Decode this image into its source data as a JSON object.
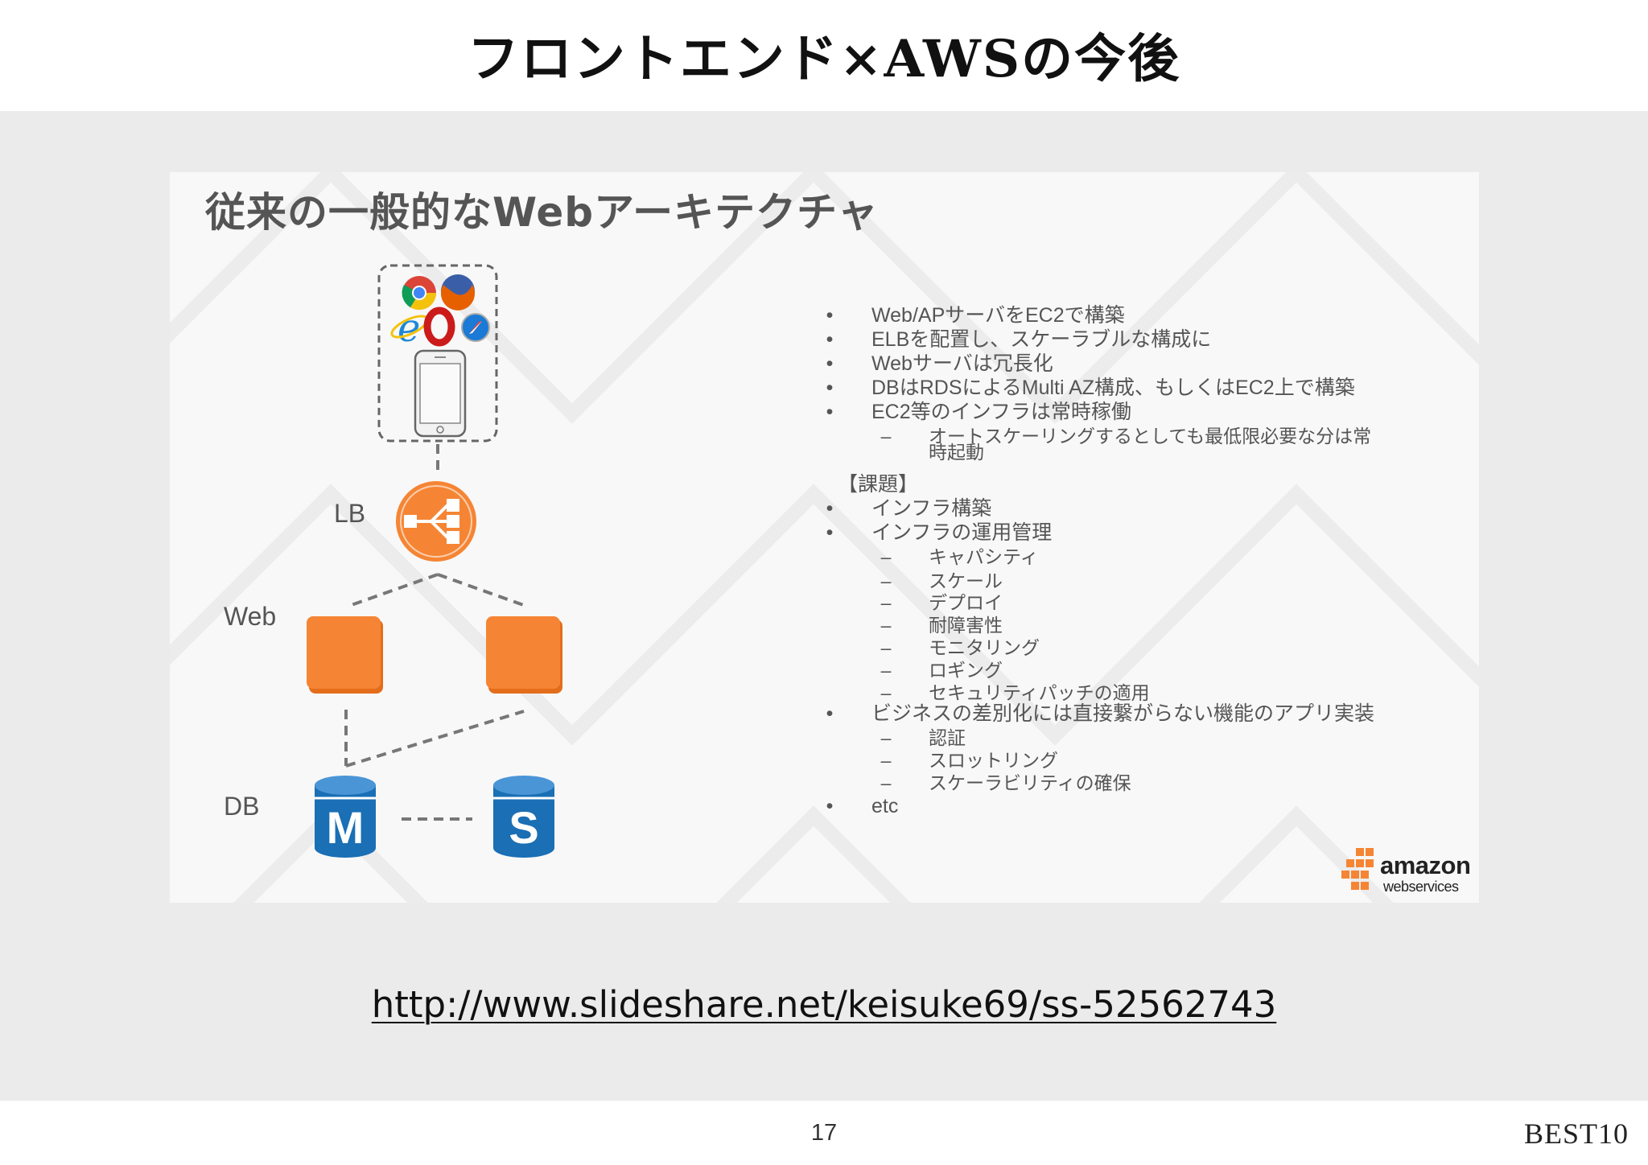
{
  "slide": {
    "title": "フロントエンド×AWSの今後",
    "url": "http://www.slideshare.net/keisuke69/ss-52562743",
    "page_number": "17",
    "brand": "BEST10"
  },
  "embedded_slide": {
    "title": "従来の一般的なWebアーキテクチャ",
    "tier_labels": {
      "lb": "LB",
      "web": "Web",
      "db": "DB"
    },
    "db_nodes": {
      "master": "M",
      "slave": "S"
    },
    "bullets": [
      {
        "kind": "bullet",
        "marker": "•",
        "text": "Web/APサーバをEC2で構築"
      },
      {
        "kind": "bullet",
        "marker": "•",
        "text": "ELBを配置し、スケーラブルな構成に"
      },
      {
        "kind": "bullet",
        "marker": "•",
        "text": "Webサーバは冗長化"
      },
      {
        "kind": "bullet",
        "marker": "•",
        "text": "DBはRDSによるMulti AZ構成、もしくはEC2上で構築"
      },
      {
        "kind": "bullet",
        "marker": "•",
        "text": "EC2等のインフラは常時稼働"
      },
      {
        "kind": "sub",
        "marker": "–",
        "text": "オートスケーリングするとしても最低限必要な分は常"
      },
      {
        "kind": "cont",
        "marker": "",
        "text": "時起動"
      },
      {
        "kind": "head",
        "marker": "",
        "text": "【課題】"
      },
      {
        "kind": "bullet",
        "marker": "•",
        "text": "インフラ構築"
      },
      {
        "kind": "bullet",
        "marker": "•",
        "text": "インフラの運用管理"
      },
      {
        "kind": "sub",
        "marker": "–",
        "text": "キャパシティ"
      },
      {
        "kind": "sub",
        "marker": "–",
        "text": "スケール"
      },
      {
        "kind": "sub",
        "marker": "–",
        "text": "デプロイ"
      },
      {
        "kind": "sub",
        "marker": "–",
        "text": "耐障害性"
      },
      {
        "kind": "sub",
        "marker": "–",
        "text": "モニタリング"
      },
      {
        "kind": "sub",
        "marker": "–",
        "text": "ロギング"
      },
      {
        "kind": "sub",
        "marker": "–",
        "text": "セキュリティパッチの適用"
      },
      {
        "kind": "bullet",
        "marker": "•",
        "text": "ビジネスの差別化には直接繋がらない機能のアプリ実装"
      },
      {
        "kind": "sub",
        "marker": "–",
        "text": "認証"
      },
      {
        "kind": "sub",
        "marker": "–",
        "text": "スロットリング"
      },
      {
        "kind": "sub",
        "marker": "–",
        "text": "スケーラビリティの確保"
      },
      {
        "kind": "bullet",
        "marker": "•",
        "text": "etc"
      }
    ],
    "aws_logo": {
      "line1": "amazon",
      "line2": "webservices"
    }
  },
  "icons": {
    "browsers": [
      "chrome-icon",
      "firefox-icon",
      "ie-icon",
      "opera-icon",
      "safari-icon"
    ],
    "device": "smartphone-icon",
    "load_balancer": "load-balancer-icon",
    "web_server": "web-server-icon",
    "database": "database-icon"
  },
  "colors": {
    "aws_orange": "#f58534",
    "db_blue": "#1a6fb5",
    "slide_text": "#555555",
    "band_gray": "#ebebeb"
  }
}
